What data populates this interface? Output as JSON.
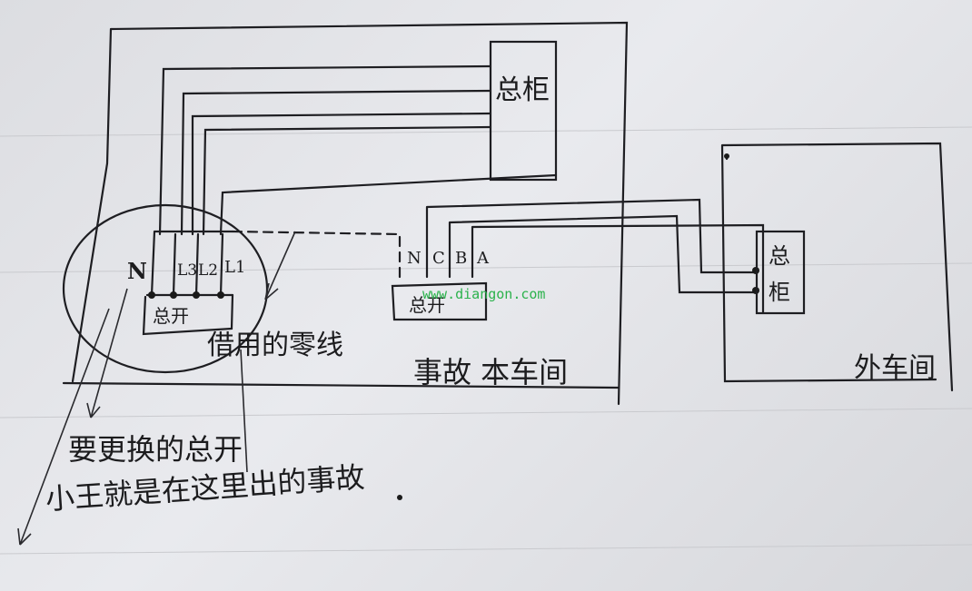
{
  "main_cabinet": {
    "label": "总柜"
  },
  "left_terminals": [
    "N",
    "L3",
    "L2",
    "L1"
  ],
  "left_switch": {
    "label": "总开"
  },
  "borrowed_neutral_label": "借用的零线",
  "right_terminals": [
    "N",
    "C",
    "B",
    "A"
  ],
  "right_switch": {
    "label": "总开"
  },
  "watermark": "www.diangon.com",
  "accident_workshop_label": "事故 本车间",
  "remote_cabinet": {
    "label": "总柜"
  },
  "other_workshop_label": "外车间",
  "replace_switch_note": "要更换的总开",
  "accident_note": "小王就是在这里出的事故",
  "colors": {
    "ink": "#1e1e22",
    "paper": "#e2e3e7",
    "watermark": "#2bb24c"
  }
}
